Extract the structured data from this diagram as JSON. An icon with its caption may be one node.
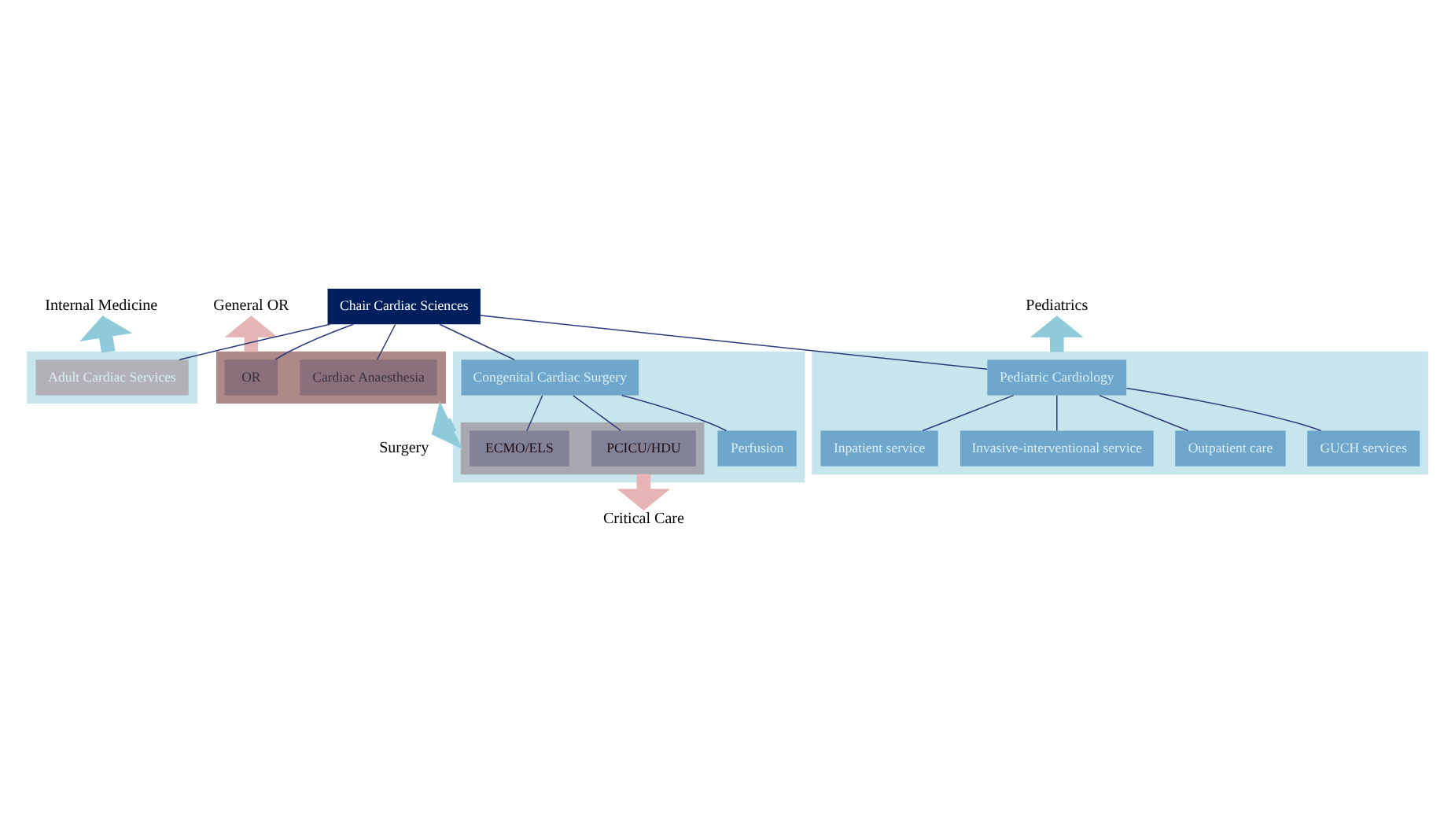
{
  "diagram": {
    "nodes": [
      {
        "text": [
          "Internal Medicine"
        ]
      },
      {
        "text": [
          "General OR"
        ]
      },
      {
        "text": [
          "Pediatrics"
        ]
      },
      {
        "text": [],
        "shape": "box"
      },
      {
        "text": [
          "Adult Cardiac Services"
        ],
        "in": 3
      },
      {
        "text": [],
        "shape": "box"
      },
      {
        "text": [
          "OR"
        ],
        "in": 5
      },
      {
        "text": [
          "Cardiac Anaesthesia"
        ],
        "in": 5
      },
      {
        "text": [
          "Chair Cardiac Sciences"
        ]
      },
      {
        "text": [],
        "shape": "box"
      },
      {
        "text": [
          "Congenital Cardiac Surgery"
        ],
        "in": 9
      },
      {
        "text": [],
        "shape": "box",
        "in": 9
      },
      {
        "text": [
          "PCICU/HDU"
        ],
        "in": 11
      },
      {
        "text": [
          "ECMO/ELS"
        ],
        "in": 11
      },
      {
        "text": [
          "Perfusion"
        ],
        "in": 9
      },
      {
        "text": [],
        "shape": "box"
      },
      {
        "text": [
          "Pediatric Cardiology"
        ],
        "in": 15
      },
      {
        "text": [
          "Inpatient service"
        ],
        "in": 15
      },
      {
        "text": [
          "Invasive-interventional service"
        ],
        "in": 15
      },
      {
        "text": [
          "Outpatient care"
        ],
        "in": 15
      },
      {
        "text": [
          "GUCH services"
        ],
        "in": 15
      },
      {
        "text": [
          "Critical Care"
        ]
      },
      {
        "text": [
          "Surgery"
        ]
      }
    ],
    "edges": [
      {
        "from": 8,
        "to": 4,
        "arrow": "none"
      },
      {
        "from": 8,
        "to": 6,
        "arrow": "none"
      },
      {
        "from": 8,
        "to": 7,
        "arrow": "none"
      },
      {
        "from": 8,
        "to": 10,
        "arrow": "none"
      },
      {
        "from": 8,
        "to": 16,
        "arrow": "none"
      },
      {
        "from": 10,
        "to": 12,
        "arrow": "none"
      },
      {
        "from": 10,
        "to": 13,
        "arrow": "none"
      },
      {
        "from": 10,
        "to": 14,
        "arrow": "none"
      },
      {
        "from": 16,
        "to": 17,
        "arrow": "none"
      },
      {
        "from": 16,
        "to": 18,
        "arrow": "none"
      },
      {
        "from": 16,
        "to": 19,
        "arrow": "none"
      },
      {
        "from": 16,
        "to": 20,
        "arrow": "none"
      },
      {
        "from": 3,
        "to": 0,
        "arrow": "to",
        "style": "thick",
        "color": "#8fcadb"
      },
      {
        "from": 5,
        "to": 1,
        "arrow": "to",
        "style": "thick",
        "color": "#e6b4b4"
      },
      {
        "from": 15,
        "to": 2,
        "arrow": "to",
        "style": "thick",
        "color": "#8fcadb"
      },
      {
        "from": 11,
        "to": 21,
        "arrow": "to",
        "style": "thick",
        "color": "#e6b4b4"
      },
      {
        "from": 9,
        "to": 22,
        "arrow": "to",
        "style": "thick",
        "color": "#8fcadb"
      }
    ]
  }
}
